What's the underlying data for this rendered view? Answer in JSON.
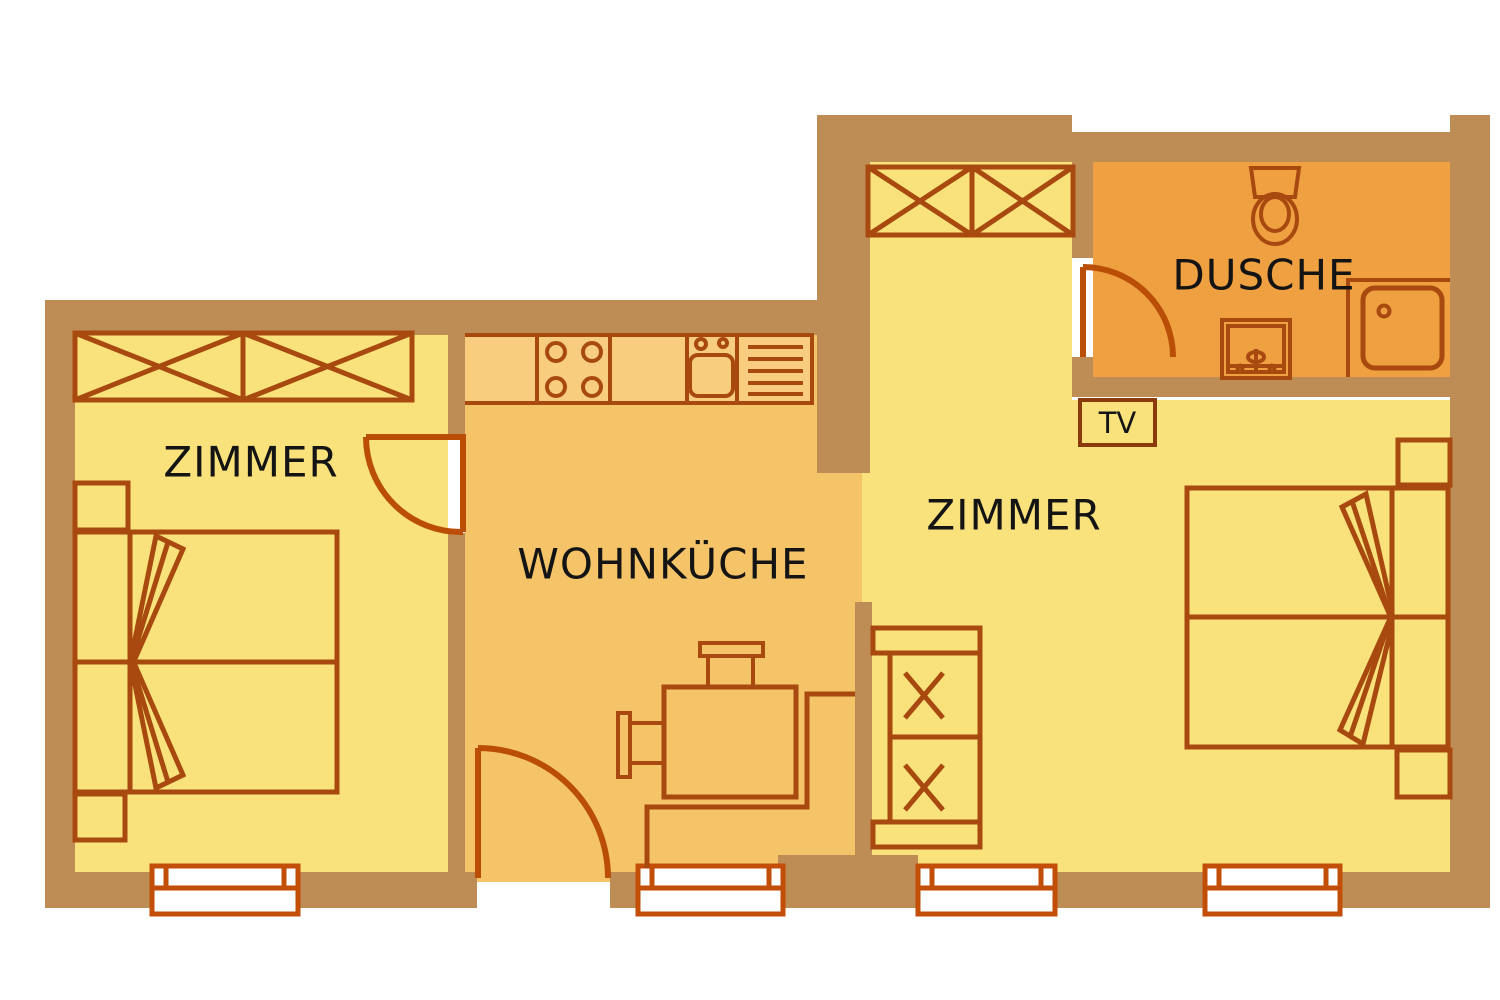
{
  "rooms": {
    "zimmer_left": {
      "label": "ZIMMER"
    },
    "wohnkueche": {
      "label": "WOHNKÜCHE"
    },
    "zimmer_right": {
      "label": "ZIMMER"
    },
    "dusche": {
      "label": "DUSCHE"
    }
  },
  "furniture": {
    "tv_label": "TV"
  },
  "colors": {
    "wall": "#BE8D55",
    "room_light": "#F9E27C",
    "room_medium": "#F5C469",
    "room_dark": "#EFA142",
    "counter": "#F8CE7E",
    "furniture_stroke": "#A8490F",
    "door_stroke": "#BA4E06",
    "window_stroke": "#C24E08",
    "window_fill": "#FFFFFF",
    "text": "#141414",
    "tv_border": "#8B3A0C"
  }
}
